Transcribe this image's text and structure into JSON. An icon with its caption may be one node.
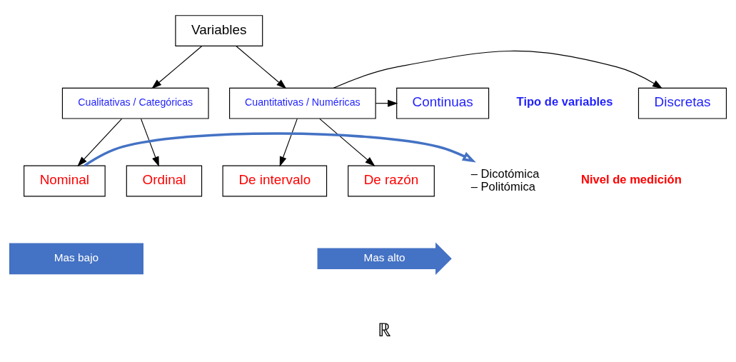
{
  "diagram": {
    "nodes": [
      {
        "text": [
          "Variables"
        ]
      },
      {
        "text": [
          "Cualitativas / Categóricas"
        ]
      },
      {
        "text": [
          "Cuantitativas / Numéricas"
        ]
      },
      {
        "text": [
          "Continuas"
        ]
      },
      {
        "text": [
          "Discretas"
        ]
      },
      {
        "text": [
          "Nominal"
        ]
      },
      {
        "text": [
          "Ordinal"
        ]
      },
      {
        "text": [
          "De intervalo"
        ]
      },
      {
        "text": [
          "De razón"
        ]
      },
      {
        "text": [
          "– Dicotómica",
          "– Politómica"
        ]
      }
    ],
    "edges": [
      {
        "from": 0,
        "to": 1,
        "arrow": "to"
      },
      {
        "from": 0,
        "to": 2,
        "arrow": "to"
      },
      {
        "from": 2,
        "to": 3,
        "arrow": "to"
      },
      {
        "from": 2,
        "to": 4,
        "arrow": "to"
      },
      {
        "from": 1,
        "to": 5,
        "arrow": "to"
      },
      {
        "from": 1,
        "to": 6,
        "arrow": "to"
      },
      {
        "from": 2,
        "to": 7,
        "arrow": "to"
      },
      {
        "from": 2,
        "to": 8,
        "arrow": "to"
      },
      {
        "from": 5,
        "to": 9,
        "arrow": "to",
        "style": "thick",
        "color": "#4472c4"
      }
    ],
    "labels": [
      "Tipo de variables",
      "Nivel de medición",
      "Mas bajo",
      "Mas alto",
      "ℝ"
    ]
  }
}
